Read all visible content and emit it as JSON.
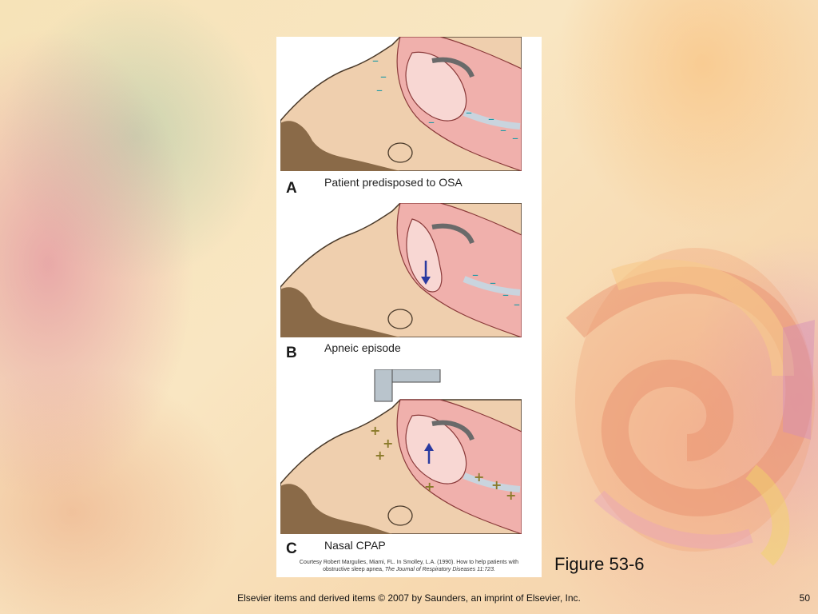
{
  "figure": {
    "panels": [
      {
        "letter": "A",
        "caption": "Patient predisposed to OSA"
      },
      {
        "letter": "B",
        "caption": "Apneic episode"
      },
      {
        "letter": "C",
        "caption": "Nasal CPAP"
      }
    ],
    "credit_line1": "Courtesy Robert Margulies, Miami, FL. In Smolley, L.A. (1990). How to help patients with",
    "credit_line2_prefix": "obstructive sleep apnea,",
    "credit_journal": "The Journal of Respiratory Diseases",
    "credit_volume": "11:723.",
    "label": "Figure 53-6"
  },
  "footer": {
    "text": "Elsevier items and derived items © 2007 by Saunders, an imprint of Elsevier, Inc.",
    "page_number": "50"
  },
  "colors": {
    "skin": "#efcfae",
    "hair": "#8a6a48",
    "tissue": "#f0b0ac",
    "airway": "#f8d7d3",
    "negative_marker": "#1f9aa6",
    "positive_marker": "#8a7a2a",
    "arrow": "#2a3aa0"
  }
}
